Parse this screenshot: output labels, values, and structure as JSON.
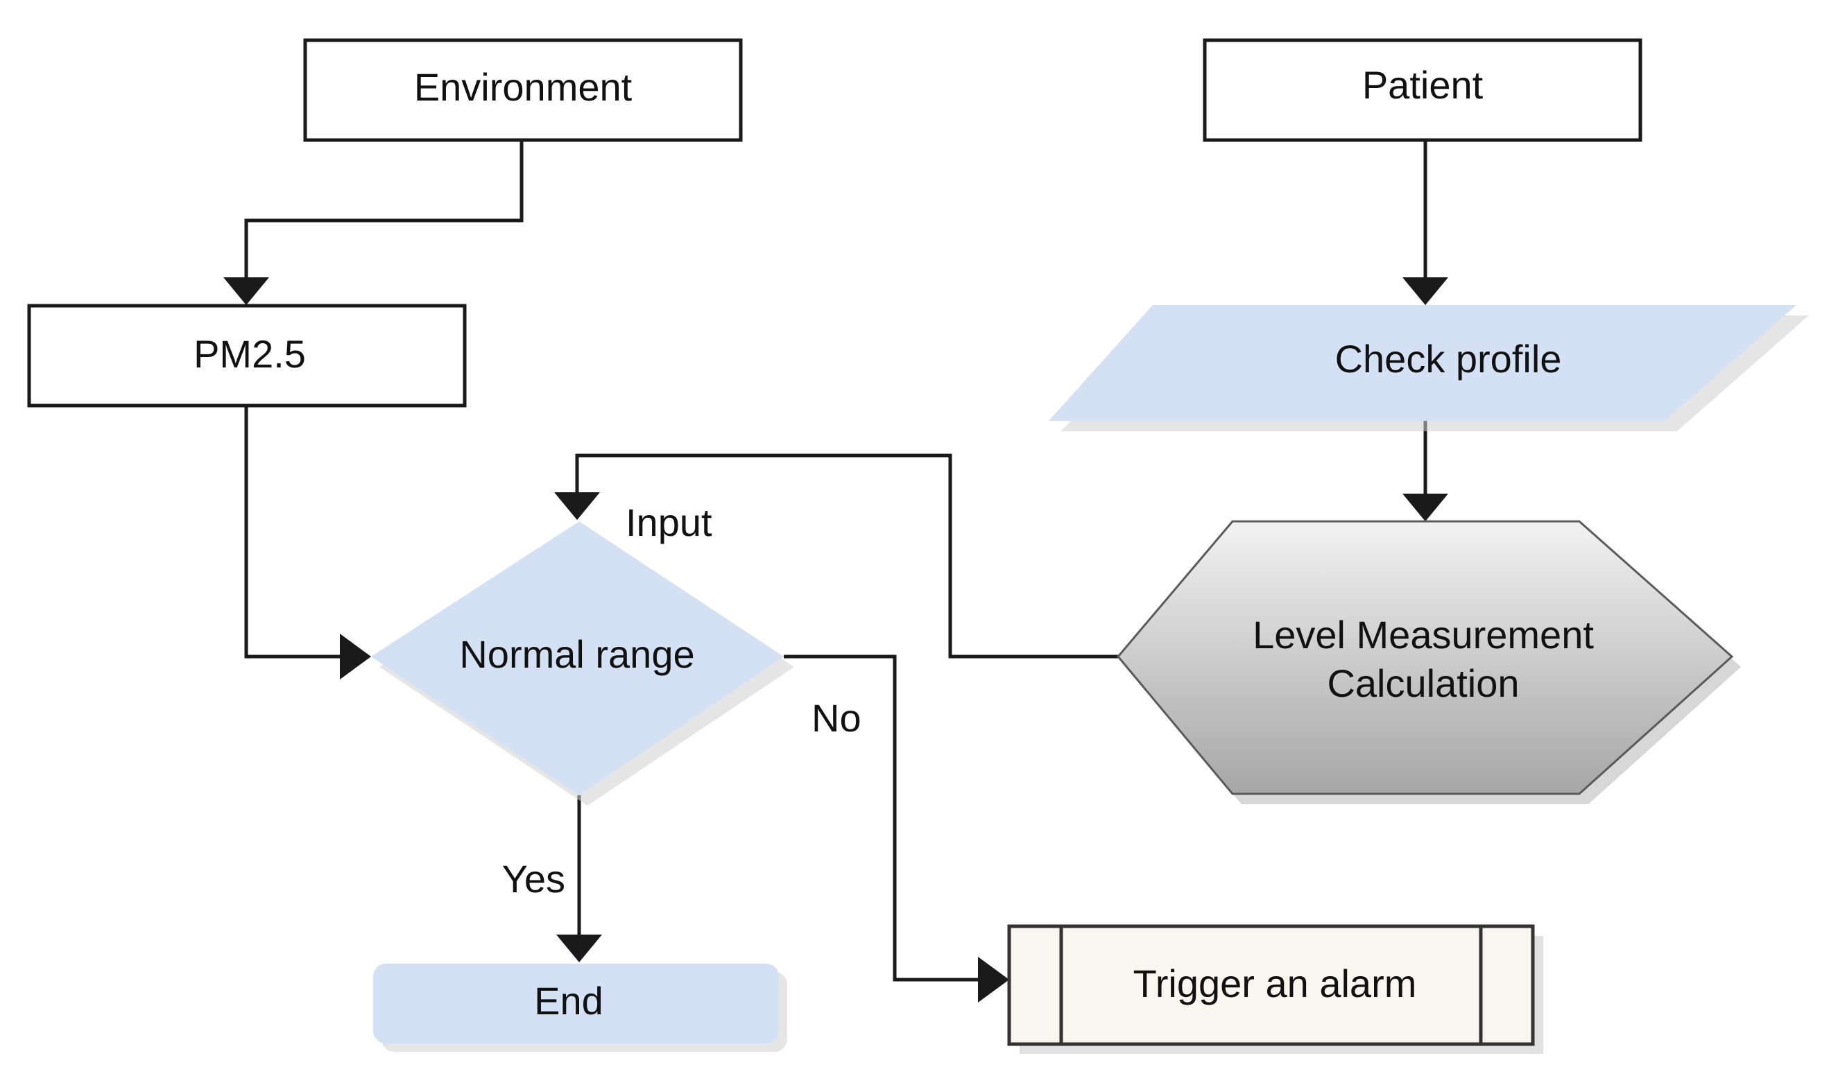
{
  "colors": {
    "line": "#1a1a1a",
    "box_fill": "#ffffff",
    "light_blue": "#d4e1f4",
    "shadow": "#c8c8c8",
    "hex_gradient_top": "#f2f2f2",
    "hex_gradient_bottom": "#a6a6a6",
    "process_fill": "#f8f6ee"
  },
  "nodes": {
    "environment": "Environment",
    "patient": "Patient",
    "pm25": "PM2.5",
    "check_profile": "Check profile",
    "level_measurement_line1": "Level Measurement",
    "level_measurement_line2": "Calculation",
    "normal_range": "Normal range",
    "end": "End",
    "trigger_alarm": "Trigger an alarm"
  },
  "edge_labels": {
    "input": "Input",
    "no": "No",
    "yes": "Yes"
  }
}
